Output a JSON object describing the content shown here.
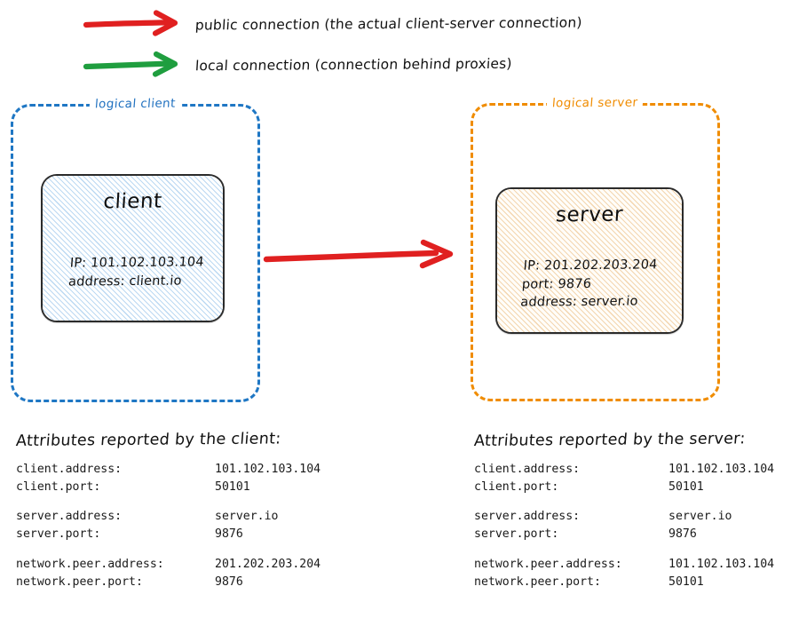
{
  "legend": {
    "items": [
      {
        "icon": "arrow-right-icon",
        "color": "#e02020",
        "label": "public connection (the actual client-server connection)"
      },
      {
        "icon": "arrow-right-icon",
        "color": "#1f9e3f",
        "label": "local connection (connection behind proxies)"
      }
    ]
  },
  "diagram": {
    "client_group": {
      "label": "logical client",
      "color": "#2272c0",
      "node": {
        "title": "client",
        "attributes": [
          "IP: 101.102.103.104",
          "address: client.io"
        ]
      }
    },
    "server_group": {
      "label": "logical server",
      "color": "#f08c00",
      "node": {
        "title": "server",
        "attributes": [
          "IP: 201.202.203.204",
          "port: 9876",
          "address: server.io"
        ]
      }
    },
    "connection": {
      "type": "public",
      "color": "#e02020",
      "from": "client",
      "to": "server"
    }
  },
  "client_report": {
    "heading": "Attributes reported by the client:",
    "groups": [
      {
        "rows": [
          {
            "key": "client.address:",
            "value": "101.102.103.104"
          },
          {
            "key": "client.port:",
            "value": "50101"
          }
        ]
      },
      {
        "rows": [
          {
            "key": "server.address:",
            "value": "server.io"
          },
          {
            "key": "server.port:",
            "value": "9876"
          }
        ]
      },
      {
        "rows": [
          {
            "key": "network.peer.address:",
            "value": "201.202.203.204"
          },
          {
            "key": "network.peer.port:",
            "value": "9876"
          }
        ]
      }
    ]
  },
  "server_report": {
    "heading": "Attributes reported by the server:",
    "groups": [
      {
        "rows": [
          {
            "key": "client.address:",
            "value": "101.102.103.104"
          },
          {
            "key": "client.port:",
            "value": "50101"
          }
        ]
      },
      {
        "rows": [
          {
            "key": "server.address:",
            "value": "server.io"
          },
          {
            "key": "server.port:",
            "value": "9876"
          }
        ]
      },
      {
        "rows": [
          {
            "key": "network.peer.address:",
            "value": "101.102.103.104"
          },
          {
            "key": "network.peer.port:",
            "value": "50101"
          }
        ]
      }
    ]
  }
}
